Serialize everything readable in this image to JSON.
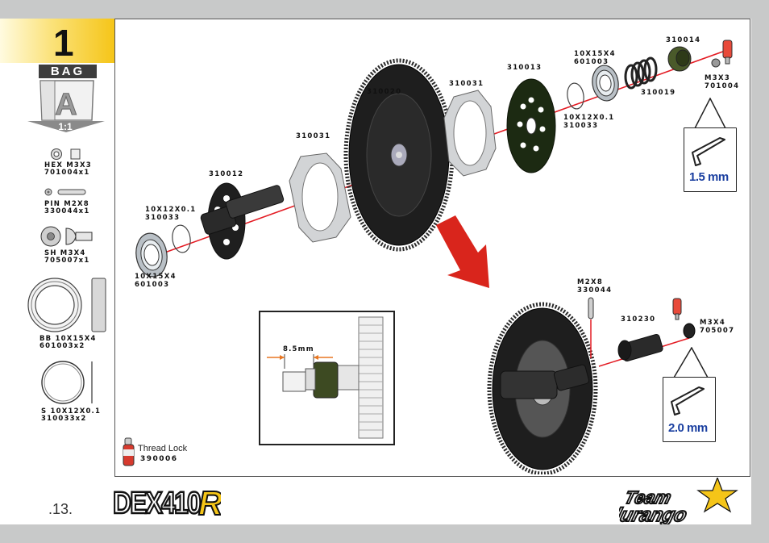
{
  "step": {
    "number": "1"
  },
  "bag": {
    "label": "BAG",
    "letter": "A",
    "scale": "1:1"
  },
  "parts_list": [
    {
      "name_line": "HEX M3X3",
      "code_line": "701004x1"
    },
    {
      "name_line": "PIN M2X8",
      "code_line": "330044x1"
    },
    {
      "name_line": "SH M3X4",
      "code_line": "705007x1"
    },
    {
      "name_line": "BB 10X15X4",
      "code_line": "601003x2"
    },
    {
      "name_line": "S 10X12X0.1",
      "code_line": "310033x2"
    }
  ],
  "main_assembly": {
    "callouts": {
      "bearing_left_size": "10X15X4",
      "bearing_left_code": "601003",
      "shim_left_size": "10X12X0.1",
      "shim_left_code": "310033",
      "hub_left": "310012",
      "plate_left": "310031",
      "spur_gear": "310020",
      "plate_right": "310031",
      "slipper_pad": "310013",
      "shim_right_size": "10X12X0.1",
      "shim_right_code": "310033",
      "bearing_right_size": "10X15X4",
      "bearing_right_code": "601003",
      "spring": "310019",
      "adjust_nut": "310014",
      "screw_size": "M3X3",
      "screw_code": "701004"
    },
    "tool_size": "1.5 mm"
  },
  "sub_assembly": {
    "callouts": {
      "pin_size": "M2X8",
      "pin_code": "330044",
      "outdrive": "310230",
      "screw_size": "M3X4",
      "screw_code": "705007"
    },
    "tool_size": "2.0 mm"
  },
  "detail_view": {
    "measurement": "8.5mm"
  },
  "thread_lock": {
    "label": "Thread Lock",
    "code": "390006"
  },
  "footer": {
    "page_number": ".13.",
    "product_logo": "DEX410R",
    "brand_logo": "Team durango"
  },
  "colors": {
    "accent_yellow": "#f5c518",
    "axis_red": "#e31b23",
    "arrow_red": "#d9251c",
    "tool_blue": "#1a3fa0"
  }
}
